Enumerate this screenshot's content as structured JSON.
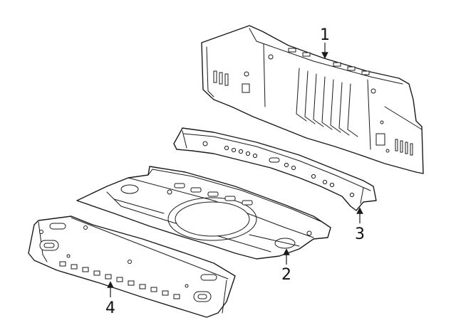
{
  "callouts": [
    {
      "id": "1",
      "label": "1"
    },
    {
      "id": "2",
      "label": "2"
    },
    {
      "id": "3",
      "label": "3"
    },
    {
      "id": "4",
      "label": "4"
    }
  ],
  "colors": {
    "line": "#1a1a1a",
    "background": "#ffffff"
  }
}
